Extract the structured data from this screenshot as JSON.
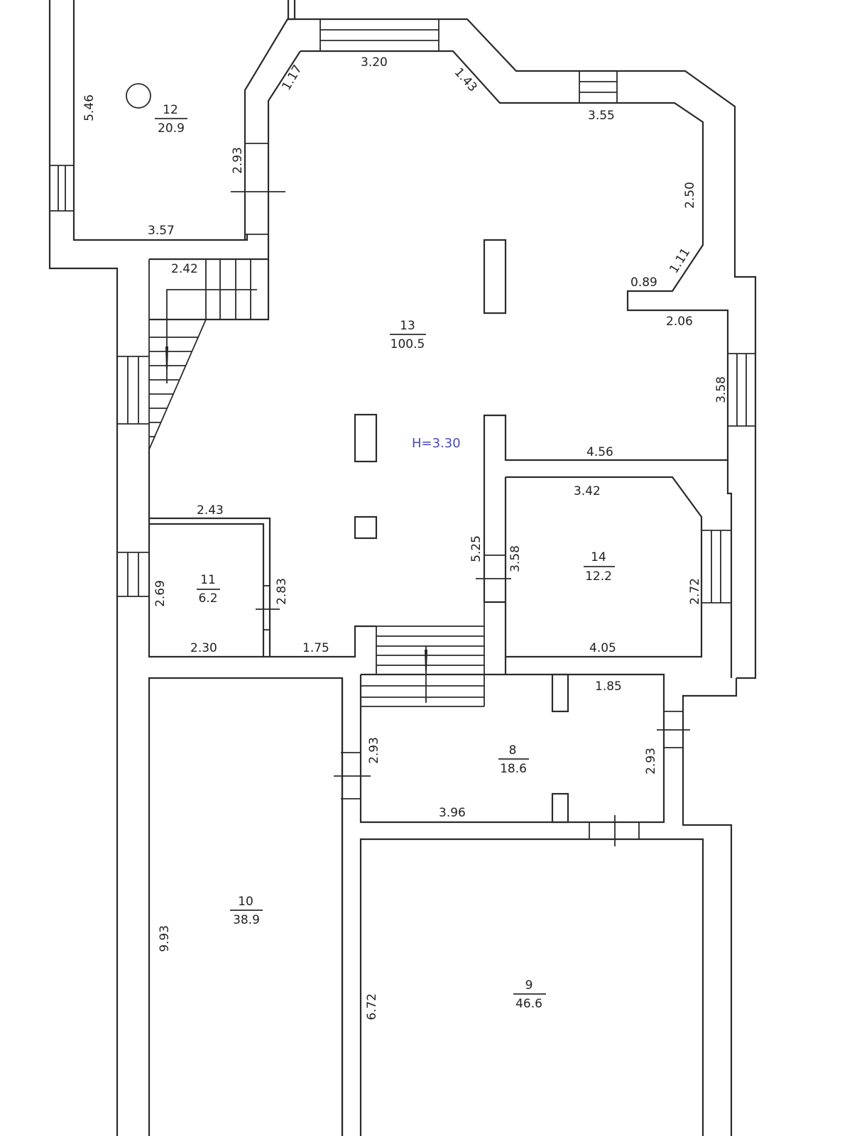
{
  "plan": {
    "ceiling_height_label": "H=3.30",
    "height_label_color": "#4a4ab8",
    "line_color": "#2b2b2b",
    "rooms": [
      {
        "number": "12",
        "area": "20.9"
      },
      {
        "number": "13",
        "area": "100.5"
      },
      {
        "number": "11",
        "area": "6.2"
      },
      {
        "number": "14",
        "area": "12.2"
      },
      {
        "number": "8",
        "area": "18.6"
      },
      {
        "number": "10",
        "area": "38.9"
      },
      {
        "number": "9",
        "area": "46.6"
      }
    ],
    "dimensions": {
      "r12_left": "5.46",
      "r12_bottom": "3.57",
      "r12_right": "2.93",
      "r13_top": "3.20",
      "r13_top_left_diag": "1.17",
      "r13_top_right_diag": "1.43",
      "r13_top_right": "3.55",
      "r13_right": "2.50",
      "r13_right_diag": "1.11",
      "r13_notch": "0.89",
      "r13_notch_bottom": "2.06",
      "r13_bay_right": "3.58",
      "r13_bay_bottom": "4.56",
      "stair_width": "2.42",
      "r11_top": "2.43",
      "r11_left": "2.69",
      "r11_right": "2.83",
      "r11_bottom": "2.30",
      "corridor_bottom": "1.75",
      "r13_right_lower": "5.25",
      "r14_left": "3.58",
      "r14_top": "3.42",
      "r14_right": "2.72",
      "r14_bottom": "4.05",
      "r8_top": "1.85",
      "r8_left": "2.93",
      "r8_right": "2.93",
      "r8_bottom": "3.96",
      "r10_left": "9.93",
      "r9_left": "6.72"
    }
  }
}
